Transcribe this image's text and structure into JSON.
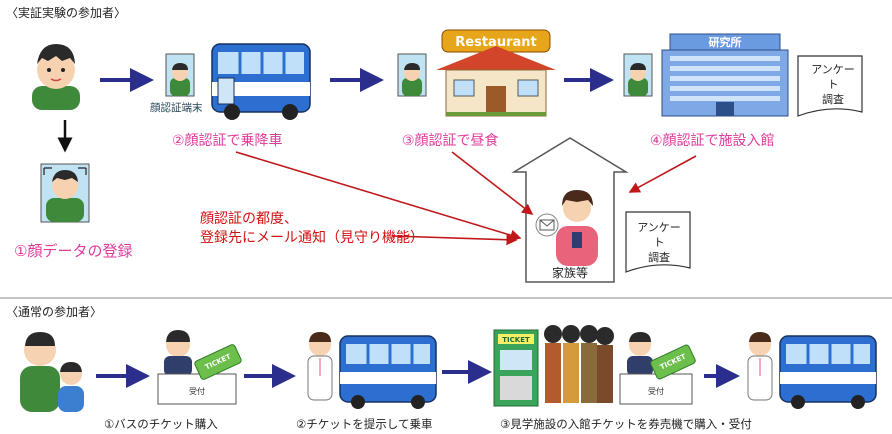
{
  "section1": {
    "title": "〈実証実験の参加者〉",
    "terminal_label": "顔認証端末",
    "step1": "①顔データの登録",
    "step2": "②顔認証で乗降車",
    "step3": "③顔認証で昼食",
    "step4": "④顔認証で施設入館",
    "restaurant_sign": "Restaurant",
    "lab_sign": "研究所",
    "survey1": "アンケート\n調査",
    "survey2": "アンケート\n調査",
    "family": "家族等",
    "notice_line1": "顔認証の都度、",
    "notice_line2": "登録先にメール通知（見守り機能）"
  },
  "section2": {
    "title": "〈通常の参加者〉",
    "ticket_word": "TICKET",
    "reception": "受付",
    "step1": "①バスのチケット購入",
    "step2": "②チケットを提示して乗車",
    "step3": "③見学施設の入館チケットを券売機で購入・受付"
  },
  "colors": {
    "accent_pink": "#e03a9b",
    "notice_red": "#d11010",
    "arrow_navy": "#2b2e8c",
    "bus_blue": "#2d6fd1",
    "building_blue": "#6a9be0"
  }
}
